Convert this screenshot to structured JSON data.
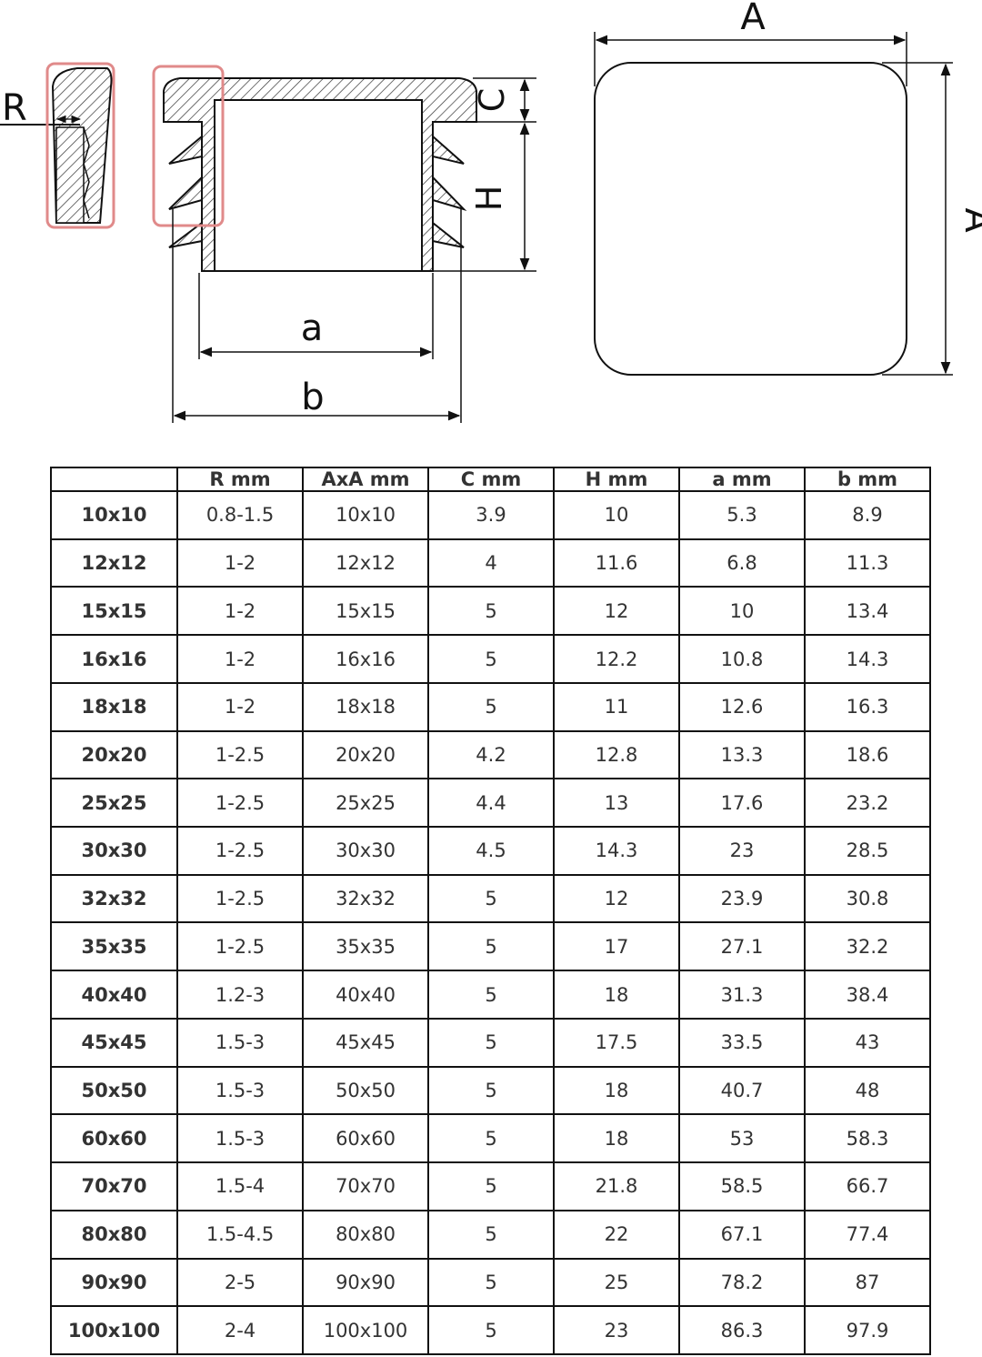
{
  "labels": {
    "r": "R",
    "c": "C",
    "h": "H",
    "a_small": "a",
    "b_small": "b",
    "a_top": "A",
    "a_side": "A"
  },
  "colors": {
    "line": "#111111",
    "highlight": "#e08a8a",
    "hatch": "#333333"
  },
  "table": {
    "headers": [
      "",
      "R mm",
      "AxA mm",
      "C mm",
      "H mm",
      "a mm",
      "b mm"
    ],
    "rows": [
      [
        "10x10",
        "0.8-1.5",
        "10x10",
        "3.9",
        "10",
        "5.3",
        "8.9"
      ],
      [
        "12x12",
        "1-2",
        "12x12",
        "4",
        "11.6",
        "6.8",
        "11.3"
      ],
      [
        "15x15",
        "1-2",
        "15x15",
        "5",
        "12",
        "10",
        "13.4"
      ],
      [
        "16x16",
        "1-2",
        "16x16",
        "5",
        "12.2",
        "10.8",
        "14.3"
      ],
      [
        "18x18",
        "1-2",
        "18x18",
        "5",
        "11",
        "12.6",
        "16.3"
      ],
      [
        "20x20",
        "1-2.5",
        "20x20",
        "4.2",
        "12.8",
        "13.3",
        "18.6"
      ],
      [
        "25x25",
        "1-2.5",
        "25x25",
        "4.4",
        "13",
        "17.6",
        "23.2"
      ],
      [
        "30x30",
        "1-2.5",
        "30x30",
        "4.5",
        "14.3",
        "23",
        "28.5"
      ],
      [
        "32x32",
        "1-2.5",
        "32x32",
        "5",
        "12",
        "23.9",
        "30.8"
      ],
      [
        "35x35",
        "1-2.5",
        "35x35",
        "5",
        "17",
        "27.1",
        "32.2"
      ],
      [
        "40x40",
        "1.2-3",
        "40x40",
        "5",
        "18",
        "31.3",
        "38.4"
      ],
      [
        "45x45",
        "1.5-3",
        "45x45",
        "5",
        "17.5",
        "33.5",
        "43"
      ],
      [
        "50x50",
        "1.5-3",
        "50x50",
        "5",
        "18",
        "40.7",
        "48"
      ],
      [
        "60x60",
        "1.5-3",
        "60x60",
        "5",
        "18",
        "53",
        "58.3"
      ],
      [
        "70x70",
        "1.5-4",
        "70x70",
        "5",
        "21.8",
        "58.5",
        "66.7"
      ],
      [
        "80x80",
        "1.5-4.5",
        "80x80",
        "5",
        "22",
        "67.1",
        "77.4"
      ],
      [
        "90x90",
        "2-5",
        "90x90",
        "5",
        "25",
        "78.2",
        "87"
      ],
      [
        "100x100",
        "2-4",
        "100x100",
        "5",
        "23",
        "86.3",
        "97.9"
      ]
    ]
  }
}
